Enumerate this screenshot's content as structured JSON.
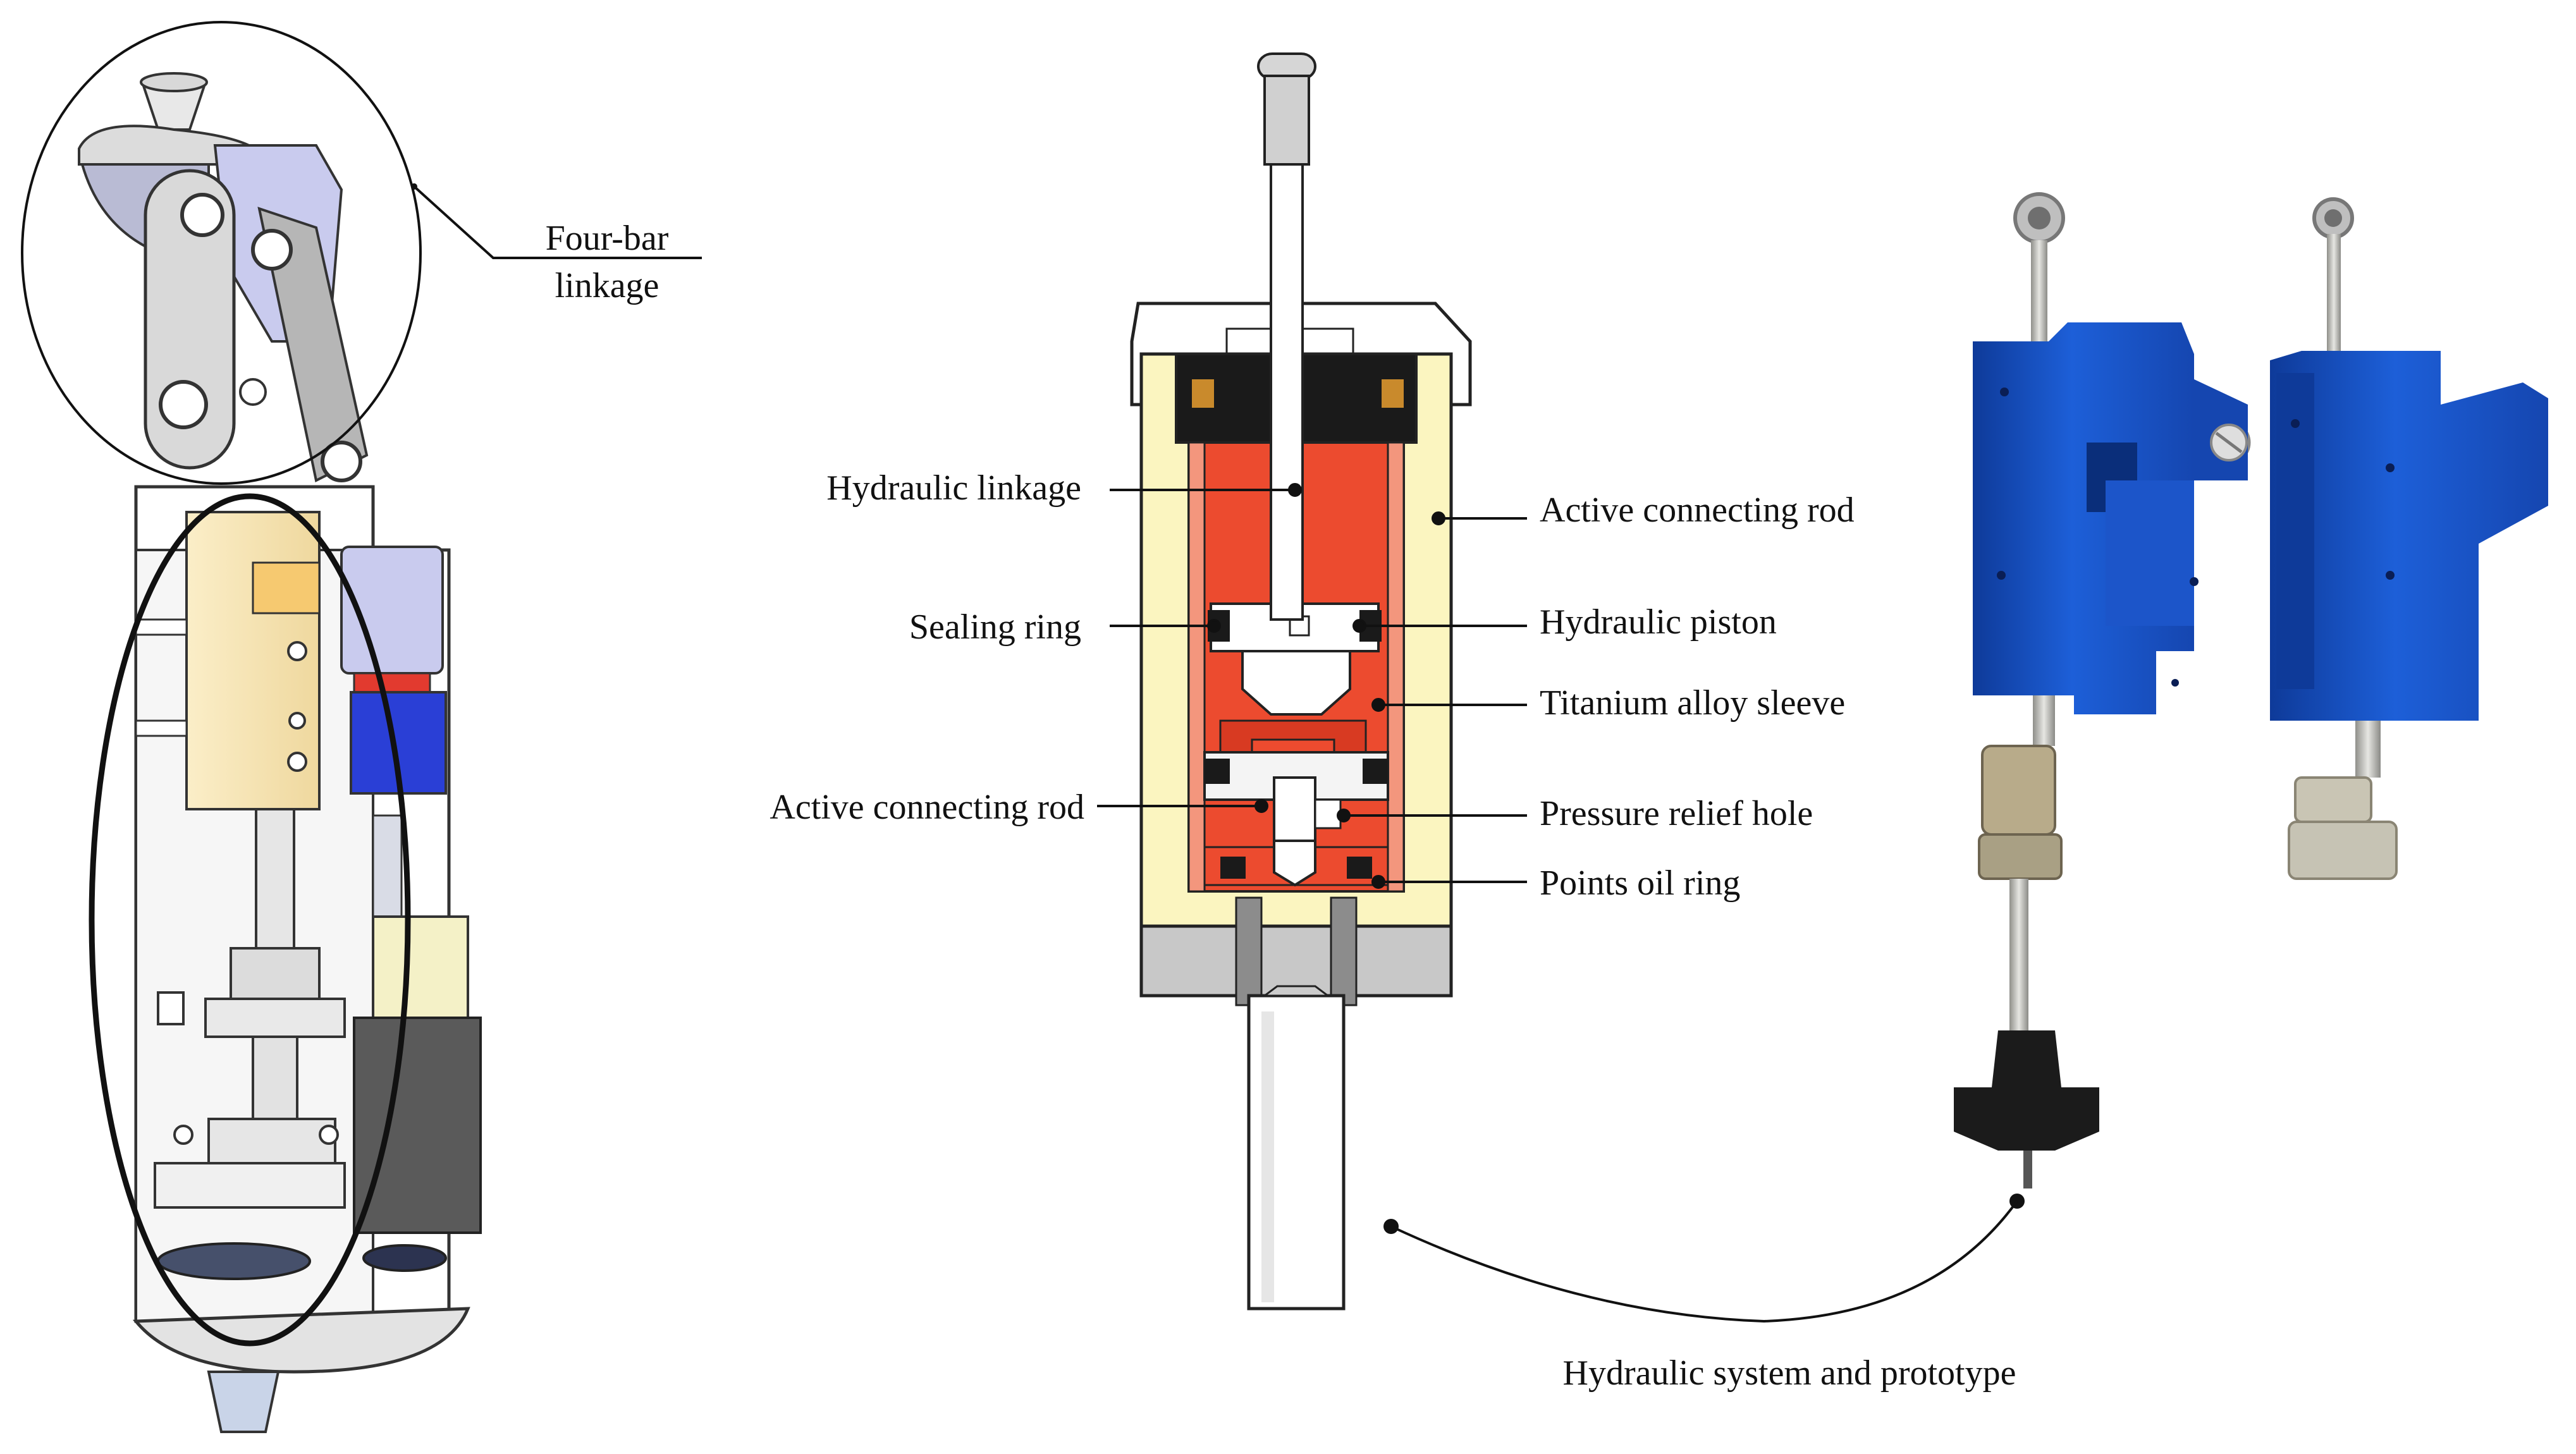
{
  "labels": {
    "four_bar_line1": "Four-bar",
    "four_bar_line2": "linkage",
    "hydraulic_linkage": "Hydraulic  linkage",
    "sealing_ring": "Sealing  ring",
    "active_connecting_rod_left": "Active  connecting  rod",
    "active_connecting_rod_right": "Active  connecting  rod",
    "hydraulic_piston": "Hydraulic  piston",
    "titanium_alloy_sleeve": "Titanium  alloy  sleeve",
    "pressure_relief_hole": "Pressure  relief  hole",
    "points_oil_ring": "Points  oil  ring",
    "system_caption": "Hydraulic  system  and  prototype"
  },
  "colors": {
    "line": "#111111",
    "frame_gray": "#c8c8c8",
    "light_gray": "#e2e2e2",
    "sleeve_yellow": "#fbf5c0",
    "chamber_red": "#ec4b2f",
    "seal_black": "#1a1a1a",
    "block_tan": "#f3dfb0",
    "motor_blue": "#2a3fd6",
    "motor_red": "#e23a2f",
    "lavender": "#c9cbee",
    "anodized_blue": "#1d5fd8",
    "anodized_blue_dark": "#0e3a99",
    "steel": "#c6c6c2",
    "brass": "#b9aa86",
    "knob_black": "#1b1b1b"
  }
}
